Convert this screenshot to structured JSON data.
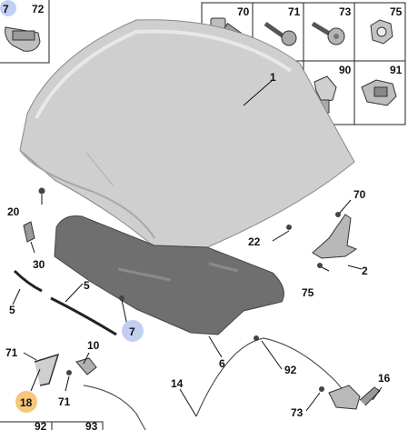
{
  "colors": {
    "hood": "#cfcfcf",
    "liner": "#6f6f6f",
    "highlight_blue": "#c3cff2",
    "highlight_orange": "#f6c77a"
  },
  "parts_grid": {
    "top_row": [
      "70",
      "71",
      "73",
      "75"
    ],
    "second_row": [
      "90",
      "91"
    ],
    "top_left": [
      "72"
    ],
    "bottom_left": [
      "92",
      "93"
    ]
  },
  "callouts": {
    "hood": "1",
    "hinge": "2",
    "hood_insulation": "6",
    "clip_7": "7",
    "clip_7_top": "7",
    "seal_5_a": "5",
    "seal_5_b": "5",
    "latch": "10",
    "cable": "14",
    "release_lever": "16",
    "rod": "18",
    "buffer": "20",
    "stud": "22",
    "hook": "30",
    "screw_70": "70",
    "screw_71_a": "71",
    "screw_71_b": "71",
    "screw_73": "73",
    "screw_75": "75",
    "clip_92": "92"
  }
}
